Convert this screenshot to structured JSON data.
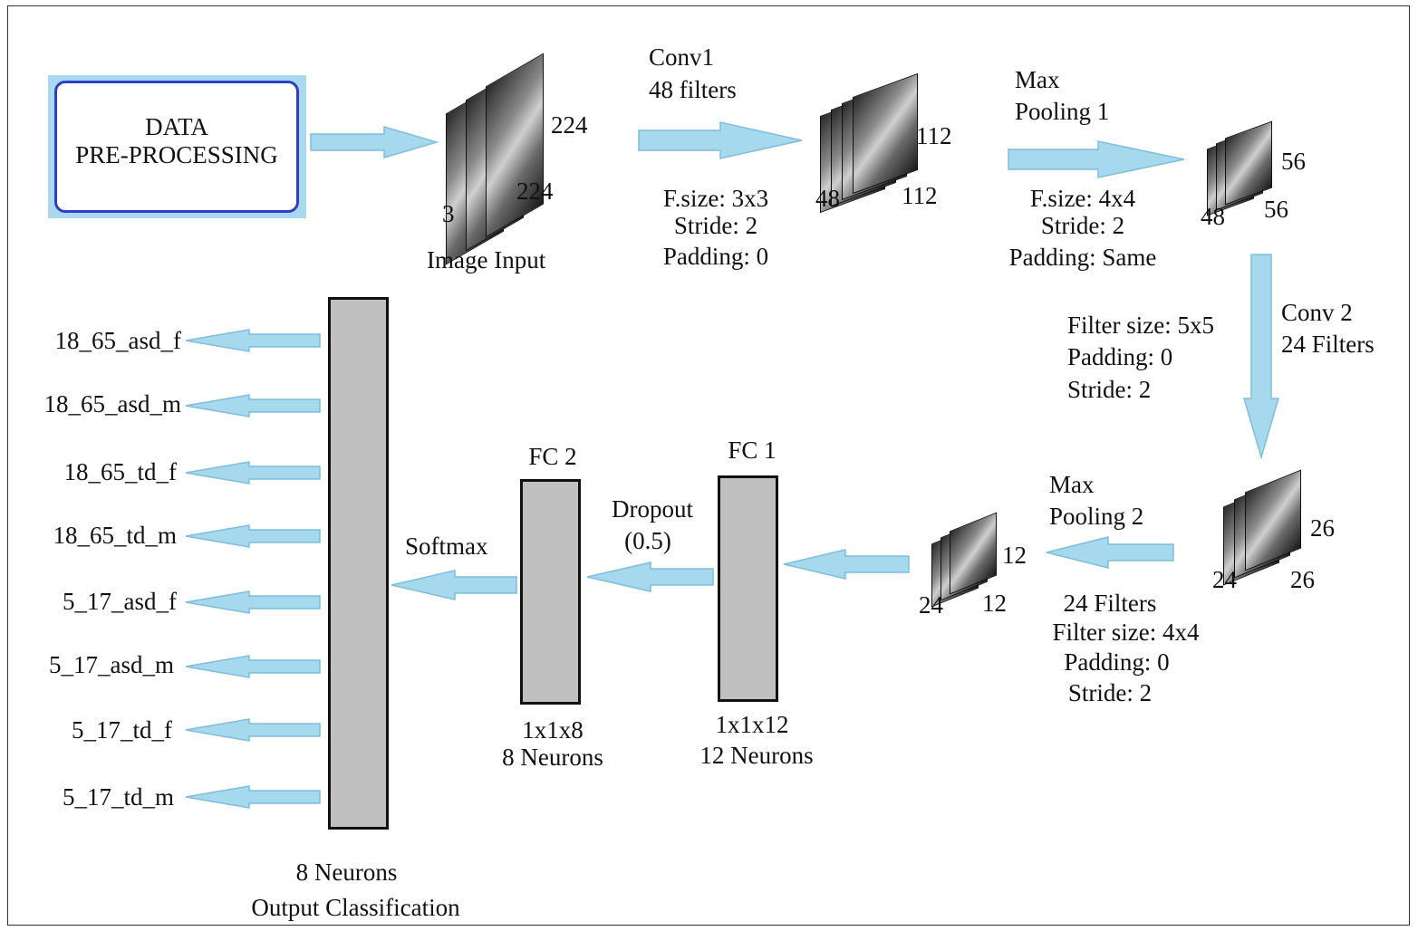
{
  "preprocess": {
    "line1": "DATA",
    "line2": "PRE-PROCESSING"
  },
  "input": {
    "label": "Image Input",
    "dim_h": "224",
    "dim_w": "224",
    "dim_c": "3"
  },
  "conv1": {
    "title1": "Conv1",
    "title2": "48 filters",
    "p1": "F.size: 3x3",
    "p2": "Stride: 2",
    "p3": "Padding: 0",
    "out_h": "112",
    "out_w": "112",
    "out_c": "48"
  },
  "pool1": {
    "title1": "Max",
    "title2": "Pooling 1",
    "p1": "F.size: 4x4",
    "p2": "Stride: 2",
    "p3": "Padding: Same",
    "out_h": "56",
    "out_w": "56",
    "out_c": "48"
  },
  "conv2": {
    "title1": "Conv 2",
    "title2": "24 Filters",
    "p1": "Filter size: 5x5",
    "p2": "Padding: 0",
    "p3": "Stride: 2",
    "out_h": "26",
    "out_w": "26",
    "out_c": "24"
  },
  "pool2": {
    "title1": "Max",
    "title2": "Pooling 2",
    "p0": "24 Filters",
    "p1": "Filter size: 4x4",
    "p2": "Padding: 0",
    "p3": "Stride: 2",
    "out_h": "12",
    "out_w": "12",
    "out_c": "24"
  },
  "fc1": {
    "title": "FC 1",
    "dim": "1x1x12",
    "neurons": "12 Neurons"
  },
  "dropout": {
    "line1": "Dropout",
    "line2": "(0.5)"
  },
  "fc2": {
    "title": "FC 2",
    "dim": "1x1x8",
    "neurons": "8 Neurons"
  },
  "softmax": {
    "label": "Softmax"
  },
  "output": {
    "line1": "8 Neurons",
    "line2": "Output Classification",
    "classes": [
      "18_65_asd_f",
      "18_65_asd_m",
      "18_65_td_f",
      "18_65_td_m",
      "5_17_asd_f",
      "5_17_asd_m",
      "5_17_td_f",
      "5_17_td_m"
    ]
  },
  "colors": {
    "arrow": "#a6d8ee",
    "arrow_stroke": "#7fbedc",
    "box_border": "#2b3fc8",
    "layer_fill": "#c0c0c0"
  }
}
